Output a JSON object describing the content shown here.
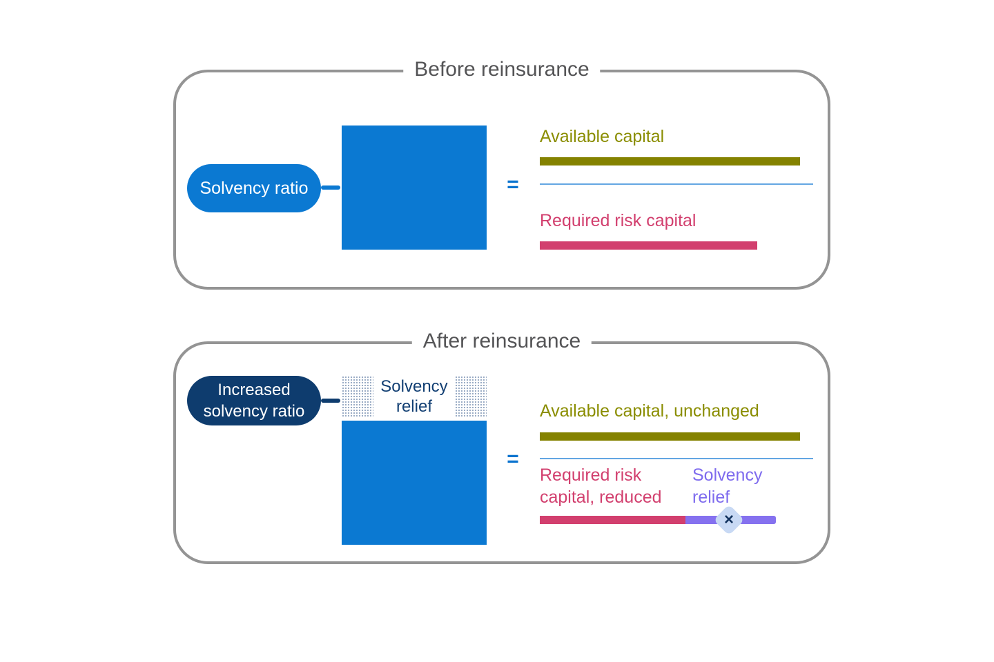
{
  "colors": {
    "brand_blue": "#0b79d2",
    "navy": "#0e3c6e",
    "olive_text": "#8a8d00",
    "olive_bar": "#848200",
    "pink": "#d23f6e",
    "purple_text": "#7e6bee",
    "purple_bar": "#8571ef",
    "divider_light_blue": "#63a6e2",
    "diamond_fill": "#c8d9f4",
    "panel_border_gray": "#949494",
    "title_gray": "#545456"
  },
  "before": {
    "title": "Before reinsurance",
    "pill_label": "Solvency ratio",
    "equals": "=",
    "numerator_label": "Available capital",
    "denominator_label": "Required risk capital"
  },
  "after": {
    "title": "After reinsurance",
    "pill_line1": "Increased",
    "pill_line2": "solvency ratio",
    "relief_box_line1": "Solvency",
    "relief_box_line2": "relief",
    "equals": "=",
    "numerator_label": "Available capital, unchanged",
    "denominator_line1": "Required risk",
    "denominator_line2": "capital, reduced",
    "relief_line1": "Solvency",
    "relief_line2": "relief",
    "multiply_symbol": "×"
  }
}
